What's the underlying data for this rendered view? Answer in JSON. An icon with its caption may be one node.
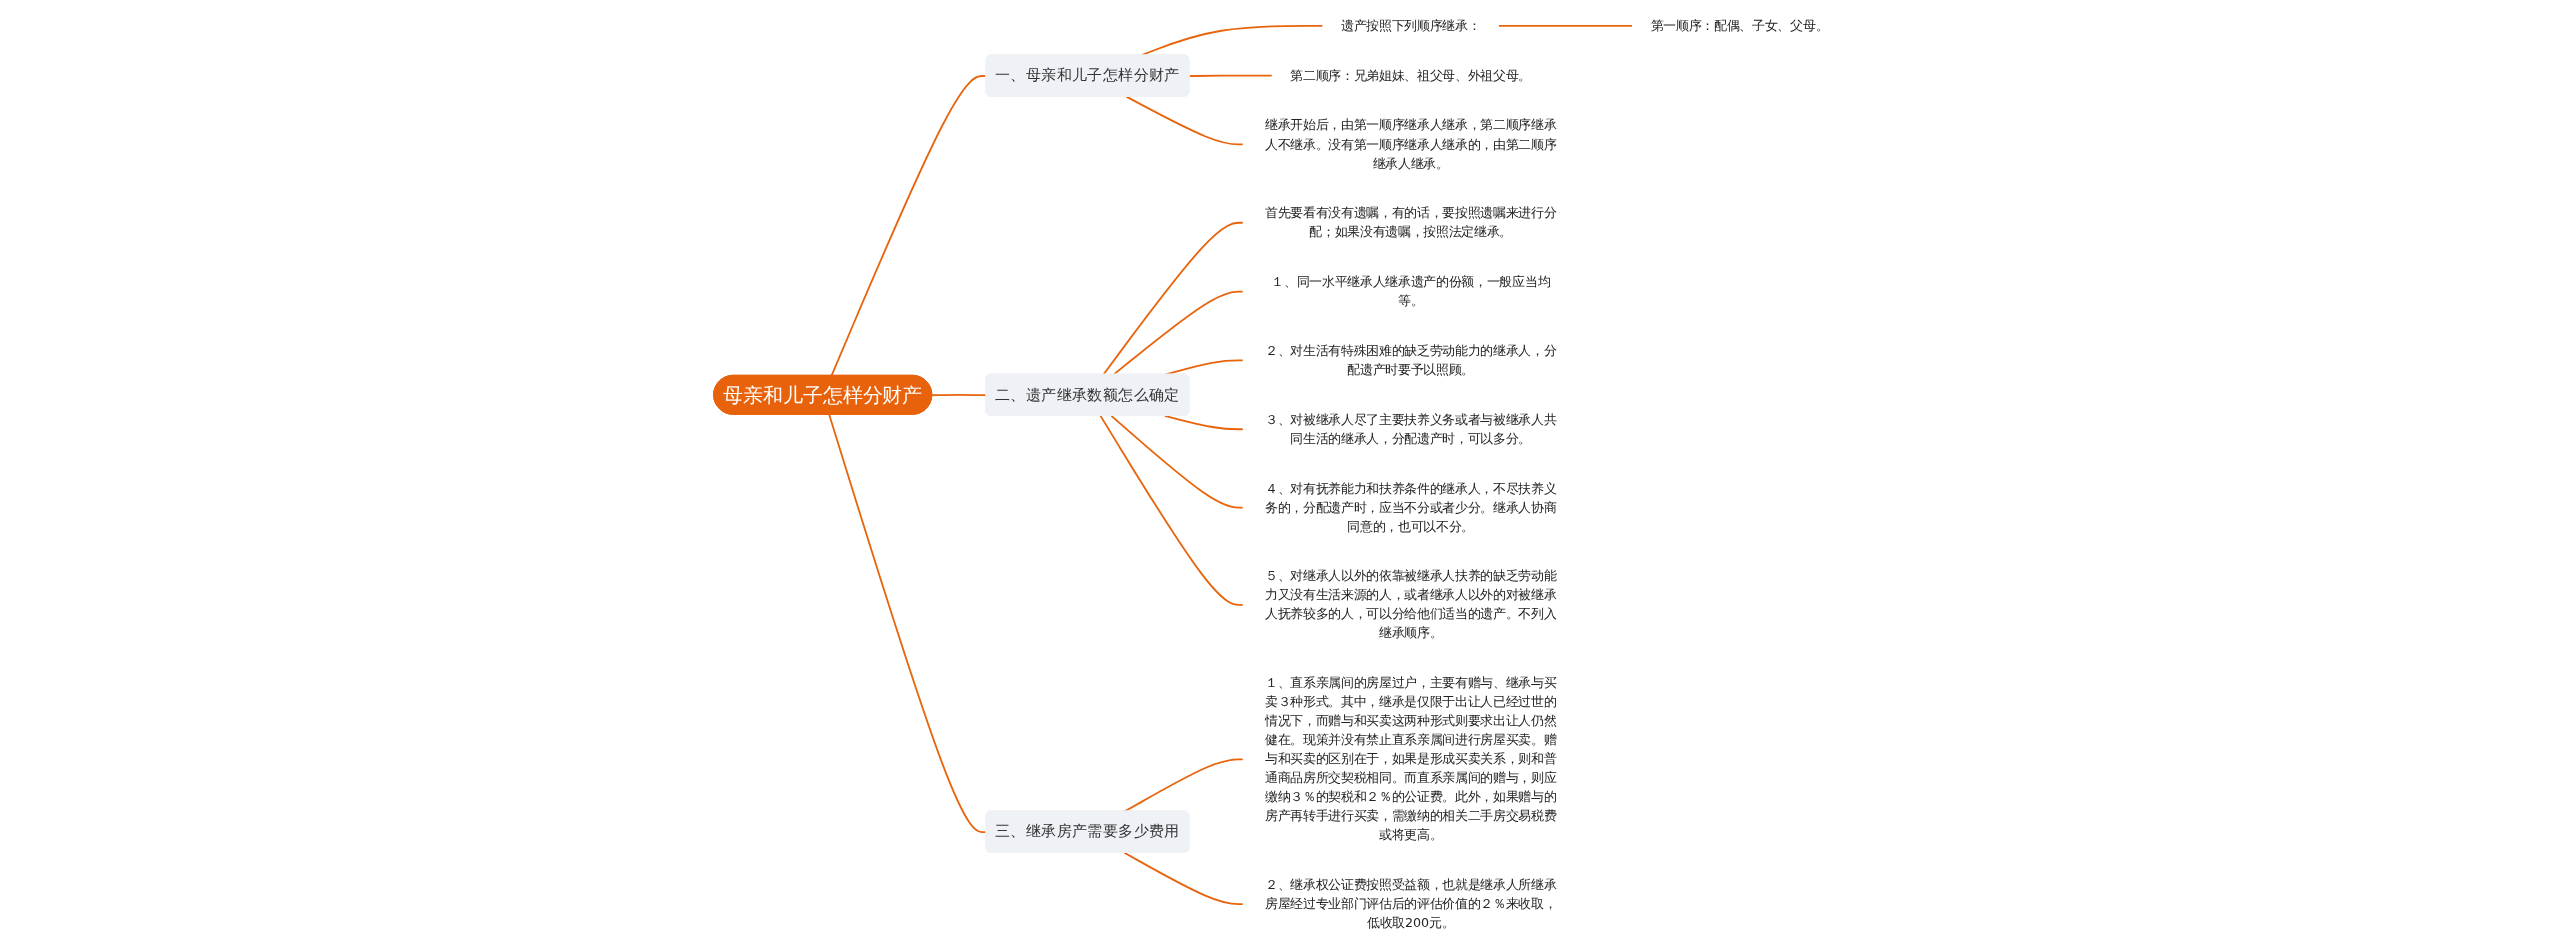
{
  "diagram": {
    "nodes": [
      {
        "text": [
          "母亲和儿子怎样分财产"
        ]
      },
      {
        "text": [
          "一、母亲和儿子怎样分财产"
        ]
      },
      {
        "text": [
          "遗产按照下列顺序继承："
        ]
      },
      {
        "text": [
          "第一顺序：配偶、子女、父母。"
        ]
      },
      {
        "text": [
          "第二顺序：兄弟姐妹、祖父母、外祖父母。"
        ]
      },
      {
        "text": [
          "继承开始后，由第一顺序继承人继承，第二顺序继承人不继承。没有第一顺序继承人继承的，由第二顺序继承人继承。"
        ]
      },
      {
        "text": [
          "二、遗产继承数额怎么确定"
        ]
      },
      {
        "text": [
          "首先要看有没有遗嘱，有的话，要按照遗嘱来进行分配；如果没有遗嘱，按照法定继承。"
        ]
      },
      {
        "text": [
          "１、同一水平继承人继承遗产的份额，一般应当均等。"
        ]
      },
      {
        "text": [
          "２、对生活有特殊困难的缺乏劳动能力的继承人，分配遗产时要予以照顾。"
        ]
      },
      {
        "text": [
          "３、对被继承人尽了主要扶养义务或者与被继承人共同生活的继承人，分配遗产时，可以多分。"
        ]
      },
      {
        "text": [
          "４、对有抚养能力和扶养条件的继承人，不尽扶养义务的，分配遗产时，应当不分或者少分。继承人协商同意的，也可以不分。"
        ]
      },
      {
        "text": [
          "５、对继承人以外的依靠被继承人扶养的缺乏劳动能力又没有生活来源的人，或者继承人以外的对被继承人抚养较多的人，可以分给他们适当的遗产。不列入继承顺序。"
        ]
      },
      {
        "text": [
          "三、继承房产需要多少费用"
        ]
      },
      {
        "text": [
          "１、直系亲属间的房屋过户，主要有赠与、继承与买卖３种形式。其中，继承是仅限于出让人已经过世的情况下，而赠与和买卖这两种形式则要求出让人仍然健在。现策并没有禁止直系亲属间进行房屋买卖。赠与和买卖的区别在于，如果是形成买卖关系，则和普通商品房所交契税相同。而直系亲属间的赠与，则应缴纳３％的契税和２％的公证费。此外，如果赠与的房产再转手进行买卖，需缴纳的相关二手房交易税费或将更高。"
        ]
      },
      {
        "text": [
          "２、继承权公证费按照受益额，也就是继承人所继承房屋经过专业部门评估后的评估价值的２％来收取，低收取200元。"
        ]
      }
    ],
    "edges": [
      {
        "from": 0,
        "to": 1,
        "arrow": "none"
      },
      {
        "from": 1,
        "to": 2,
        "arrow": "none"
      },
      {
        "from": 2,
        "to": 3,
        "arrow": "none"
      },
      {
        "from": 1,
        "to": 4,
        "arrow": "none"
      },
      {
        "from": 1,
        "to": 5,
        "arrow": "none"
      },
      {
        "from": 0,
        "to": 6,
        "arrow": "none"
      },
      {
        "from": 6,
        "to": 7,
        "arrow": "none"
      },
      {
        "from": 6,
        "to": 8,
        "arrow": "none"
      },
      {
        "from": 6,
        "to": 9,
        "arrow": "none"
      },
      {
        "from": 6,
        "to": 10,
        "arrow": "none"
      },
      {
        "from": 6,
        "to": 11,
        "arrow": "none"
      },
      {
        "from": 6,
        "to": 12,
        "arrow": "none"
      },
      {
        "from": 0,
        "to": 13,
        "arrow": "none"
      },
      {
        "from": 13,
        "to": 14,
        "arrow": "none"
      },
      {
        "from": 13,
        "to": 15,
        "arrow": "none"
      }
    ]
  }
}
